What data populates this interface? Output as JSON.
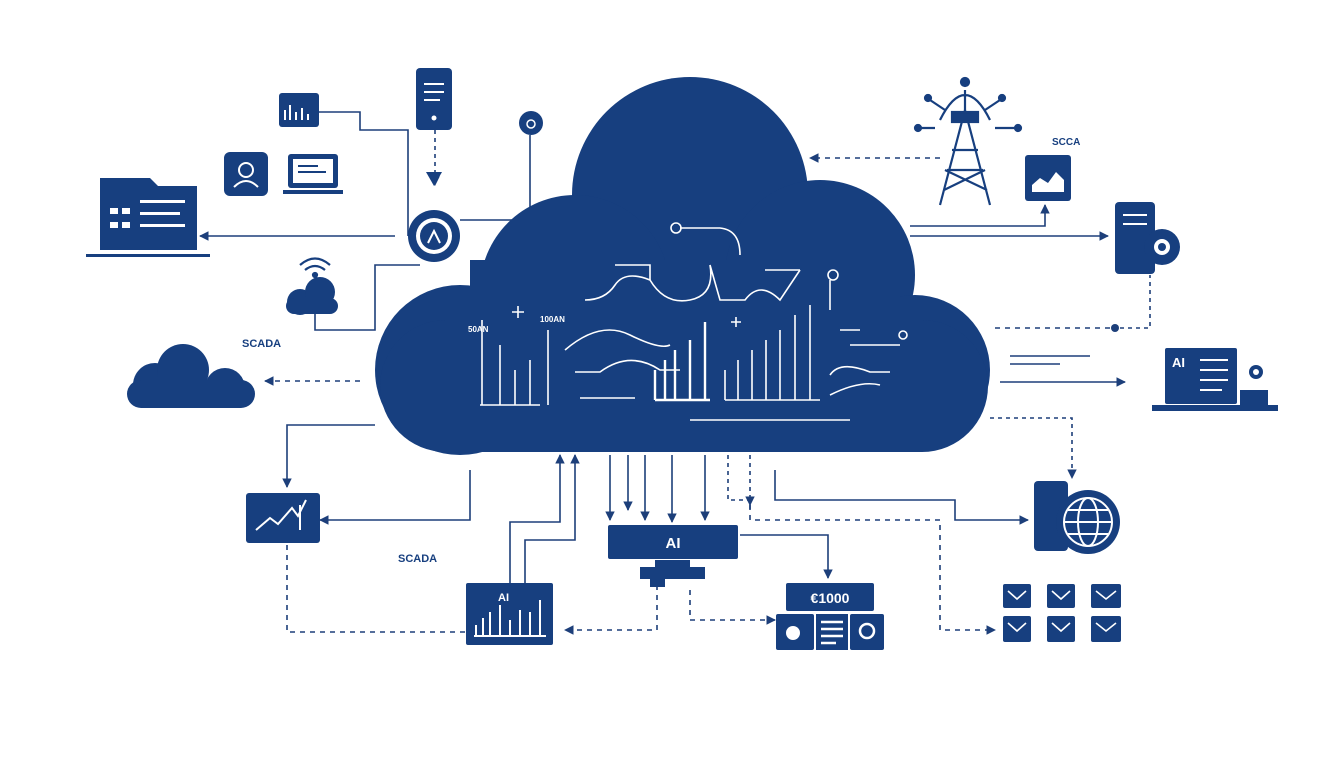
{
  "colors": {
    "primary": "#173f7f",
    "background": "#ffffff",
    "line": "#1d3f7a"
  },
  "labels": {
    "scada_left": "SCADA",
    "scada_top_right": "SCCA",
    "scada_bottom": "SCADA",
    "ai_center": "AI",
    "ai_chart": "AI",
    "ai_laptop": "AI",
    "price_display": "€1000",
    "cloud_axis_left": "50AN",
    "cloud_axis_right": "100AN"
  },
  "icons": [
    "cloud-icon",
    "server-icon",
    "gear-icon",
    "folder-icon",
    "user-icon",
    "laptop-icon",
    "wifi-icon",
    "transmission-tower-icon",
    "chart-icon",
    "globe-icon",
    "mail-icon",
    "camera-icon",
    "calculator-icon",
    "search-icon",
    "location-pin-icon"
  ]
}
